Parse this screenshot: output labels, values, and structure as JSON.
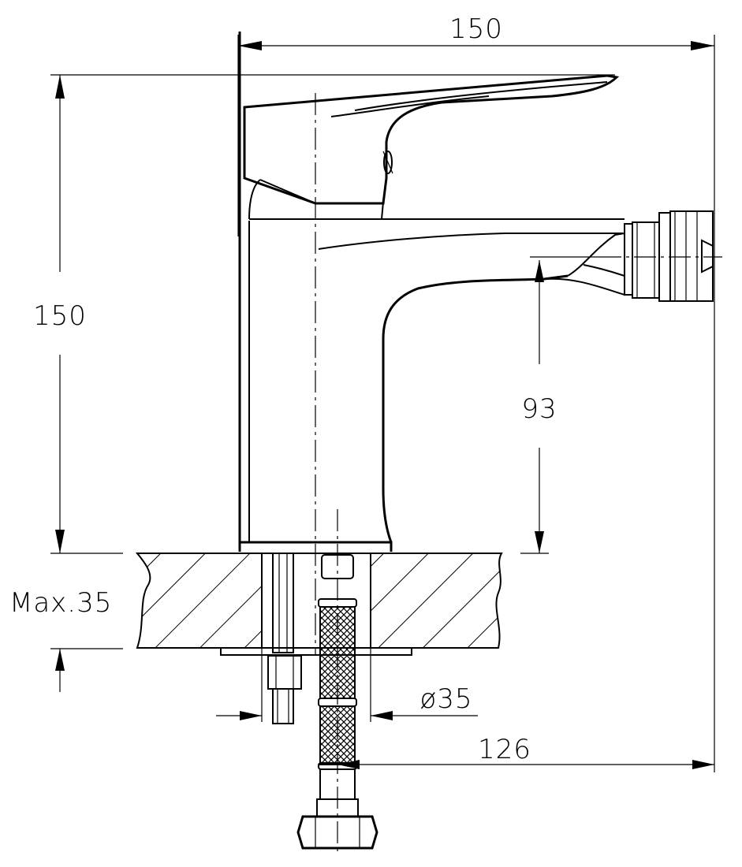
{
  "dimensions": {
    "top_width": "150",
    "left_height": "150",
    "spout_height": "93",
    "max_thickness": "Max.35",
    "hole_diameter": "ø35",
    "projection": "126"
  }
}
